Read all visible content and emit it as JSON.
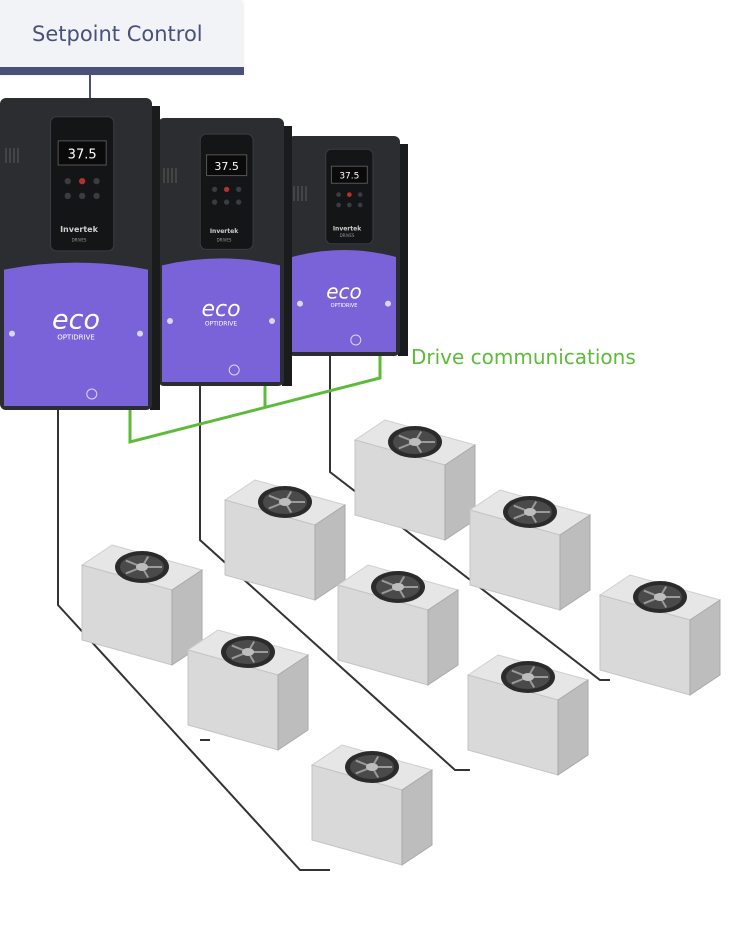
{
  "setpoint": {
    "label": "Setpoint Control"
  },
  "communications": {
    "label": "Drive communications"
  },
  "drives": [
    {
      "display_value": "37.5",
      "brand_mark": "eco",
      "brand_sub": "OPTIDRIVE",
      "keypad_logo": "Invertek",
      "keypad_logo_sub": "DRIVES"
    },
    {
      "display_value": "37.5",
      "brand_mark": "eco",
      "brand_sub": "OPTIDRIVE",
      "keypad_logo": "Invertek",
      "keypad_logo_sub": "DRIVES"
    },
    {
      "display_value": "37.5",
      "brand_mark": "eco",
      "brand_sub": "OPTIDRIVE",
      "keypad_logo": "Invertek",
      "keypad_logo_sub": "DRIVES"
    }
  ],
  "colors": {
    "setpoint_text": "#4a5178",
    "setpoint_bar": "#4a5178",
    "drive_body": "#2b2d30",
    "drive_panel": "#7a62d8",
    "comm_line": "#5dbb3a",
    "comm_text": "#5dbb3a",
    "unit_face": "#d9d9d9",
    "unit_side": "#bdbdbd",
    "power_line": "#333333"
  },
  "condenser_units": {
    "count": 9,
    "icon": "fan-unit-icon"
  }
}
